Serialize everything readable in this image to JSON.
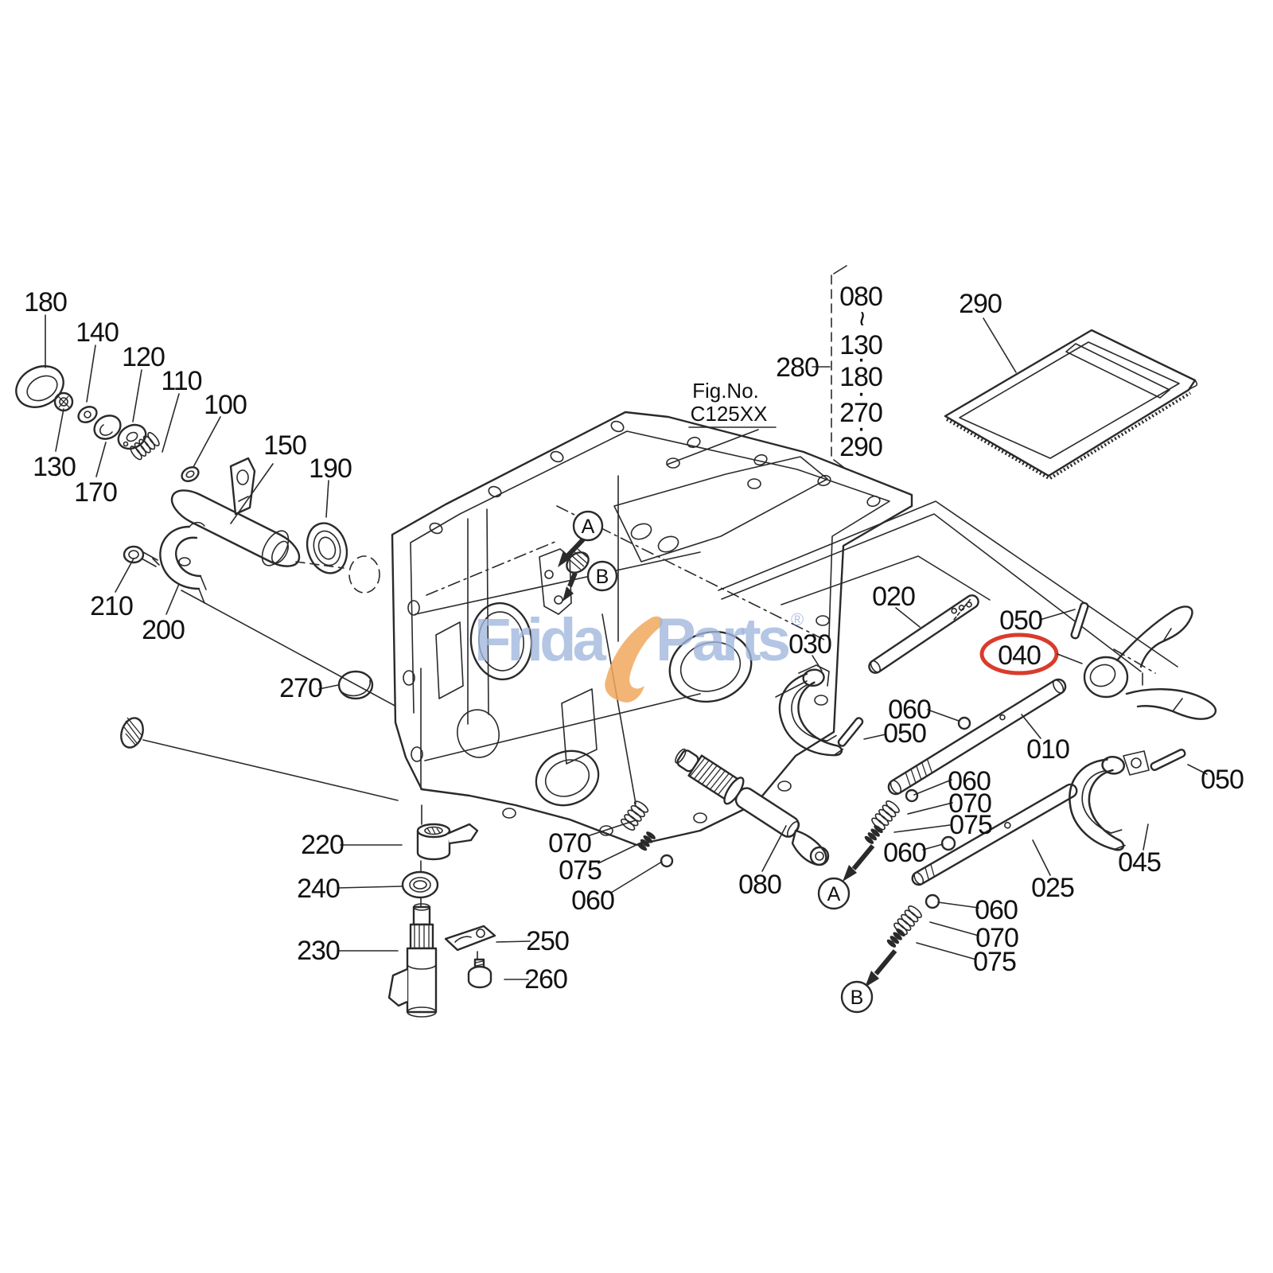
{
  "figure": {
    "fig_no_label": "Fig.No.",
    "fig_no_value": "C125XX"
  },
  "watermark": {
    "left": "Frida",
    "accent_letter": "y",
    "right": "Parts",
    "registered": "®",
    "blue": "#9fb6dc",
    "orange": "#f0a85e"
  },
  "highlight": {
    "part": "040",
    "color": "#d93b2c"
  },
  "markers": {
    "a": "A",
    "b": "B"
  },
  "group280": {
    "label": "280",
    "items": [
      "080",
      "~",
      "130",
      "·",
      "180",
      "·",
      "270",
      "·",
      "290"
    ]
  },
  "labels": [
    {
      "text": "180"
    },
    {
      "text": "140"
    },
    {
      "text": "120"
    },
    {
      "text": "110"
    },
    {
      "text": "100"
    },
    {
      "text": "130"
    },
    {
      "text": "170"
    },
    {
      "text": "150"
    },
    {
      "text": "190"
    },
    {
      "text": "210"
    },
    {
      "text": "200"
    },
    {
      "text": "270"
    },
    {
      "text": "220"
    },
    {
      "text": "240"
    },
    {
      "text": "230"
    },
    {
      "text": "250"
    },
    {
      "text": "260"
    },
    {
      "text": "070"
    },
    {
      "text": "075"
    },
    {
      "text": "060"
    },
    {
      "text": "080"
    },
    {
      "text": "020"
    },
    {
      "text": "030"
    },
    {
      "text": "050"
    },
    {
      "text": "040"
    },
    {
      "text": "060"
    },
    {
      "text": "050"
    },
    {
      "text": "010"
    },
    {
      "text": "060"
    },
    {
      "text": "070"
    },
    {
      "text": "075"
    },
    {
      "text": "060"
    },
    {
      "text": "025"
    },
    {
      "text": "045"
    },
    {
      "text": "050"
    },
    {
      "text": "060"
    },
    {
      "text": "070"
    },
    {
      "text": "075"
    },
    {
      "text": "280"
    },
    {
      "text": "290"
    }
  ]
}
